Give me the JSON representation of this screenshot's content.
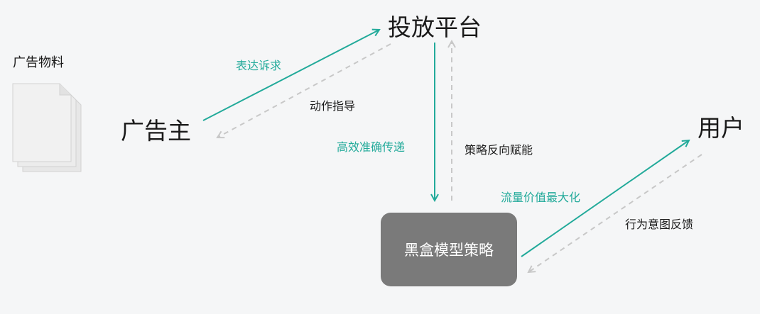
{
  "nodes": {
    "platform": "投放平台",
    "advertiser": "广告主",
    "user": "用户",
    "blackbox": "黑盒模型策略",
    "materials": "广告物料"
  },
  "edges": {
    "express_demand": "表达诉求",
    "action_guidance": "动作指导",
    "efficient_delivery": "高效准确传递",
    "reverse_empower": "策略反向赋能",
    "traffic_max": "流量价值最大化",
    "intent_feedback": "行为意图反馈"
  },
  "colors": {
    "accent": "#22aa9a",
    "dashed": "#c8c8c8",
    "box": "#7a7a7a"
  }
}
